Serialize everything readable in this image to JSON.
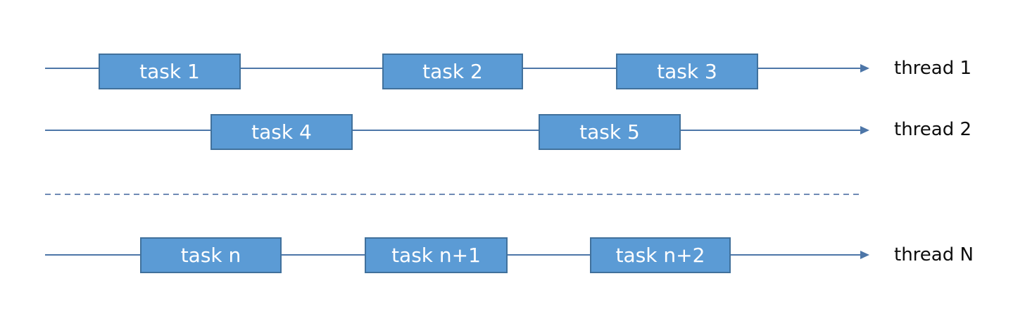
{
  "diagram": {
    "type": "thread-task-timeline",
    "description_visible_text_only": true,
    "rows": [
      {
        "label": "thread 1",
        "tasks": [
          {
            "label": "task 1"
          },
          {
            "label": "task 2"
          },
          {
            "label": "task 3"
          }
        ]
      },
      {
        "label": "thread 2",
        "tasks": [
          {
            "label": "task 4"
          },
          {
            "label": "task 5"
          }
        ]
      },
      {
        "label": "thread N",
        "tasks": [
          {
            "label": "task n"
          },
          {
            "label": "task n+1"
          },
          {
            "label": "task n+2"
          }
        ]
      }
    ],
    "separator": {
      "style": "dashed"
    }
  },
  "colors": {
    "box_fill": "#5b9bd5",
    "box_border": "#41719c",
    "line_color": "#4d76a8",
    "dash_color": "#6f8ab5",
    "box_text": "#ffffff",
    "label_text": "#0d0d0d"
  }
}
